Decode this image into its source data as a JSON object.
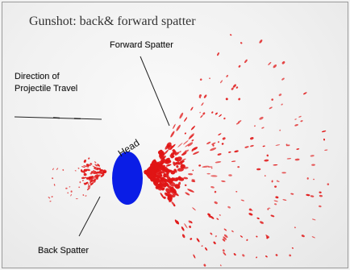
{
  "title": "Gunshot: back& forward spatter",
  "labels": {
    "forward_spatter": "Forward Spatter",
    "direction_line1": "Direction of",
    "direction_line2": "Projectile Travel",
    "back_spatter": "Back Spatter",
    "head": "Head"
  },
  "colors": {
    "spatter": "#e01515",
    "head": "#0a1de6",
    "background": "#f2f2f2",
    "text": "#111111"
  }
}
